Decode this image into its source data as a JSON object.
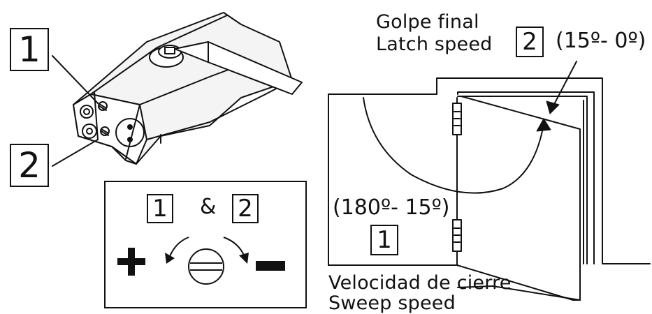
{
  "callouts": {
    "opening_speed_valve": "1",
    "latch_speed_valve": "2"
  },
  "legend": {
    "valve_a": "1",
    "conjunction": "&",
    "valve_b": "2",
    "increase_symbol": "+",
    "decrease_symbol": "−",
    "screw_icon": "slotted-screw-icon",
    "arrow_icons": [
      "curved-arrow-left-icon",
      "curved-arrow-right-icon"
    ]
  },
  "latch_zone": {
    "label_es": "Golpe final",
    "label_en": "Latch speed",
    "valve_number": "2",
    "angle_range": "(15º- 0º)"
  },
  "sweep_zone": {
    "angle_range": "(180º- 15º)",
    "valve_number": "1",
    "label_es": "Velocidad de cierre",
    "label_en": "Sweep speed"
  },
  "colors": {
    "ink": "#111111",
    "paper": "#ffffff",
    "body_fill": "#f2f2f2"
  }
}
